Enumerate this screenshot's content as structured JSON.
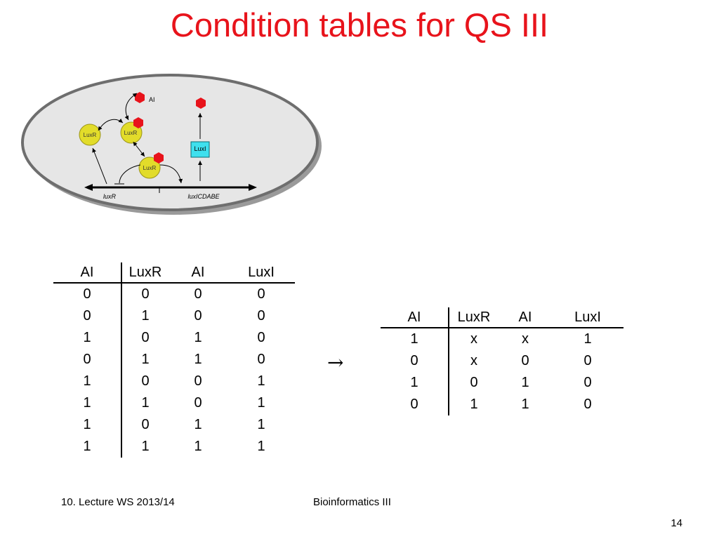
{
  "title": "Condition tables for QS III",
  "diagram": {
    "ai_label": "AI",
    "luxr_label": "LuxR",
    "luxi_label": "LuxI",
    "gene_luxr": "luxR",
    "gene_operon": "luxICDABE",
    "colors": {
      "molecule": "#e8131b",
      "protein": "#e2dc2a",
      "box": "#3ee0ee",
      "cell": "#e6e6e6"
    }
  },
  "table1": {
    "headers": [
      "AI",
      "LuxR",
      "AI",
      "LuxI"
    ],
    "rows": [
      [
        "0",
        "0",
        "0",
        "0"
      ],
      [
        "0",
        "1",
        "0",
        "0"
      ],
      [
        "1",
        "0",
        "1",
        "0"
      ],
      [
        "0",
        "1",
        "1",
        "0"
      ],
      [
        "1",
        "0",
        "0",
        "1"
      ],
      [
        "1",
        "1",
        "0",
        "1"
      ],
      [
        "1",
        "0",
        "1",
        "1"
      ],
      [
        "1",
        "1",
        "1",
        "1"
      ]
    ]
  },
  "arrow": "→",
  "table2": {
    "headers": [
      "AI",
      "LuxR",
      "AI",
      "LuxI"
    ],
    "rows": [
      [
        "1",
        "x",
        "x",
        "1"
      ],
      [
        "0",
        "x",
        "0",
        "0"
      ],
      [
        "1",
        "0",
        "1",
        "0"
      ],
      [
        "0",
        "1",
        "1",
        "0"
      ]
    ]
  },
  "footer": {
    "left": "10. Lecture WS 2013/14",
    "center": "Bioinformatics III",
    "page": "14"
  }
}
